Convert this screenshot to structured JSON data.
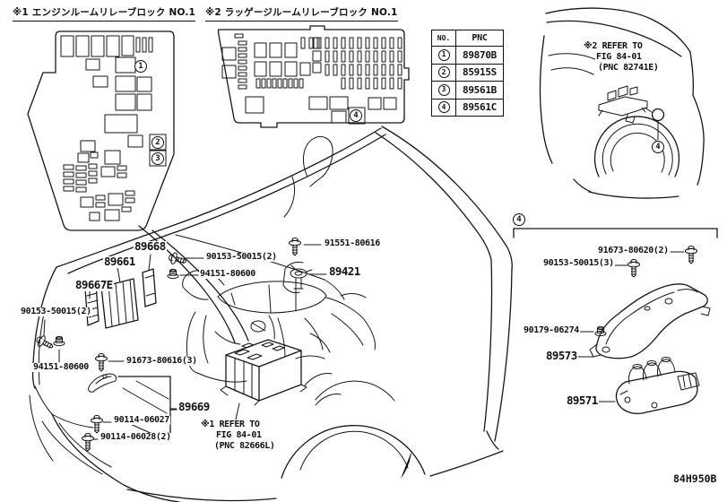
{
  "page": {
    "diagram_code": "84H950B"
  },
  "blocks": {
    "block1_title": "※1 エンジンルームリレーブロック NO.1",
    "block2_title": "※2 ラッゲージルームリレーブロック NO.1",
    "badge1": "1",
    "badge2": "2",
    "badge3": "3",
    "badge4": "4"
  },
  "table": {
    "headers": {
      "no": "NO.",
      "pnc": "PNC"
    },
    "rows": [
      {
        "no": "1",
        "pnc": "89870B"
      },
      {
        "no": "2",
        "pnc": "85915S"
      },
      {
        "no": "3",
        "pnc": "89561B"
      },
      {
        "no": "4",
        "pnc": "89561C"
      }
    ]
  },
  "callouts": {
    "p89668": "89668",
    "p89661": "89661",
    "p89667e": "89667E",
    "p90153_left": "90153-50015(2)",
    "p94151_left": "94151-80600",
    "p91673_80616": "91673-80616(3)",
    "p90153_mid": "90153-50015(2)",
    "p94151_mid": "94151-80600",
    "p91551": "91551-80616",
    "p89421": "89421",
    "p89669": "89669",
    "p90114_06027": "90114-06027",
    "p90114_06028": "90114-06028(2)",
    "p91673_80620": "91673-80620(2)",
    "p90153_right": "90153-50015(3)",
    "p90179": "90179-06274",
    "p89573": "89573",
    "p89571": "89571"
  },
  "notes": {
    "note1": {
      "l1": "※1 REFER TO",
      "l2": "FIG 84-01",
      "l3": "(PNC 82666L)"
    },
    "note2": {
      "l1": "※2 REFER TO",
      "l2": "FIG 84-01",
      "l3": "(PNC 82741E)"
    }
  },
  "markers": {
    "rear_view": "4",
    "section_view": "4"
  }
}
